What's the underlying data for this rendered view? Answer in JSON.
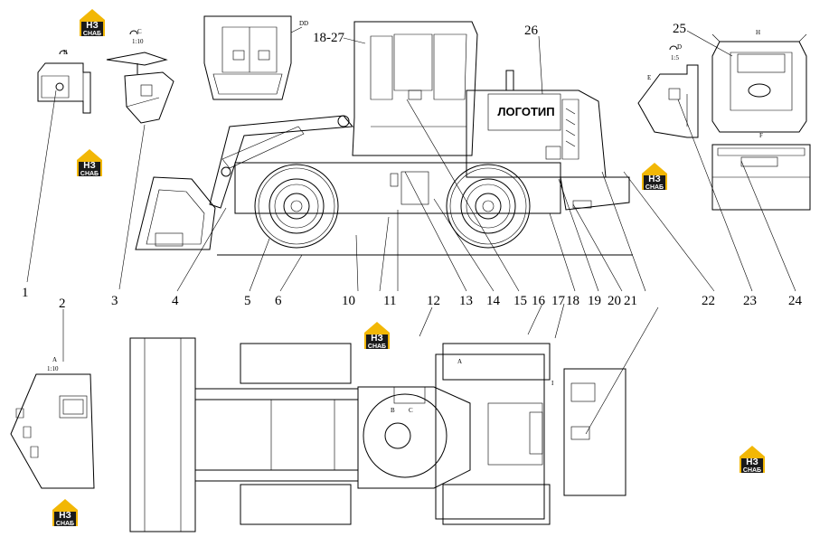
{
  "brand": {
    "badge_top": "НЗ",
    "badge_bottom": "СНАБ",
    "accent": "#f2b705",
    "dark": "#1a1a1a"
  },
  "logo_label": "ЛОГОТИП",
  "view_labels": {
    "B": "B",
    "C": "C",
    "C_scale": "1:10",
    "A": "A",
    "A_scale": "1:10",
    "D": "D",
    "D_scale": "1:5",
    "E": "E",
    "F": "F",
    "I": "I",
    "DD": "DD",
    "H": "H"
  },
  "callouts": {
    "c1": "1",
    "c2": "2",
    "c3": "3",
    "c4": "4",
    "c5": "5",
    "c6": "6",
    "c10": "10",
    "c11": "11",
    "c12": "12",
    "c13": "13",
    "c14": "14",
    "c15": "15",
    "c16": "16",
    "c17": "17",
    "c18": "18",
    "c19": "19",
    "c20": "20",
    "c21": "21",
    "c22": "22",
    "c23": "23",
    "c24": "24",
    "c25": "25",
    "c26": "26",
    "c1827": "18-27"
  }
}
